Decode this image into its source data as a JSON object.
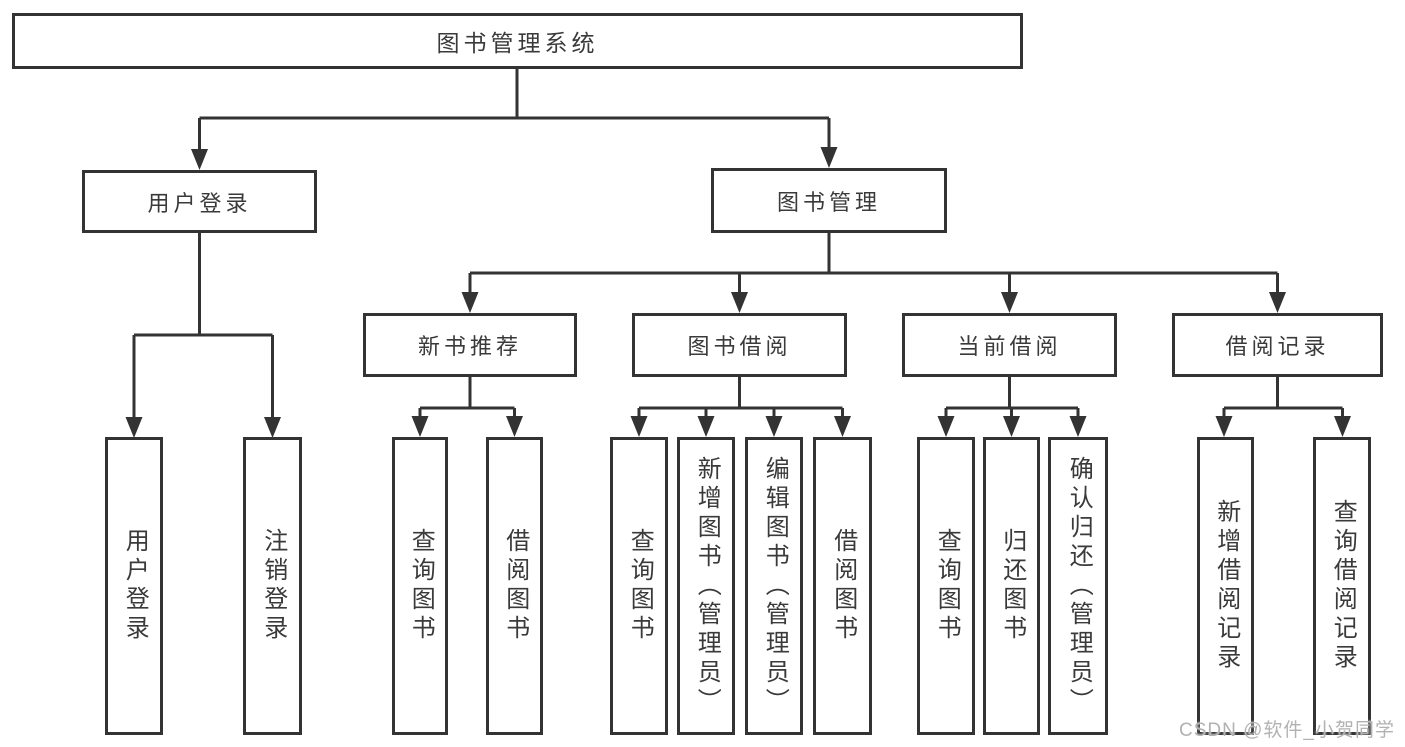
{
  "diagram": {
    "root": {
      "label": "图书管理系统"
    },
    "branches": [
      {
        "label": "用户登录",
        "children": [
          {
            "label": "用户登录"
          },
          {
            "label": "注销登录"
          }
        ]
      },
      {
        "label": "图书管理",
        "children": [
          {
            "label": "新书推荐",
            "children": [
              {
                "label": "查询图书"
              },
              {
                "label": "借阅图书"
              }
            ]
          },
          {
            "label": "图书借阅",
            "children": [
              {
                "label": "查询图书"
              },
              {
                "label": "新增图书（管理员）"
              },
              {
                "label": "编辑图书（管理员）"
              },
              {
                "label": "借阅图书"
              }
            ]
          },
          {
            "label": "当前借阅",
            "children": [
              {
                "label": "查询图书"
              },
              {
                "label": "归还图书"
              },
              {
                "label": "确认归还（管理员）"
              }
            ]
          },
          {
            "label": "借阅记录",
            "children": [
              {
                "label": "新增借阅记录"
              },
              {
                "label": "查询借阅记录"
              }
            ]
          }
        ]
      }
    ],
    "watermark": "CSDN @软件_小贺同学",
    "colors": {
      "line": "#333333",
      "text": "#3a3a3a",
      "background": "#ffffff",
      "watermark": "#b2b2b2"
    }
  }
}
